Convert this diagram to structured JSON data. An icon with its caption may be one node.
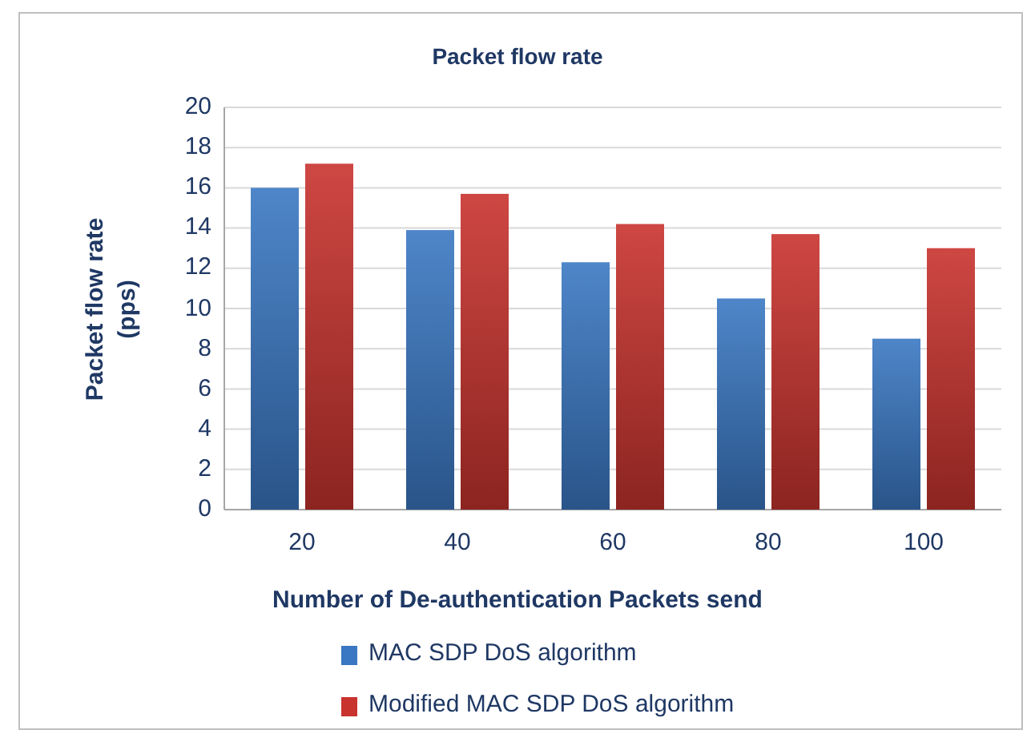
{
  "diagram": {
    "chart_data": {
      "type": "bar",
      "title": "Packet flow rate",
      "xlabel": "Number of De-authentication Packets send",
      "ylabel": "Packet flow rate (pps)",
      "categories": [
        "20",
        "40",
        "60",
        "80",
        "100"
      ],
      "series": [
        {
          "name": "MAC SDP DoS algorithm",
          "color": "#3a78c3",
          "values": [
            16.0,
            13.9,
            12.3,
            10.5,
            8.5
          ]
        },
        {
          "name": "Modified MAC SDP DoS algorithm",
          "color": "#c8332e",
          "values": [
            17.2,
            15.7,
            14.2,
            13.7,
            13.0
          ]
        }
      ],
      "grid": true,
      "legend": "bottom",
      "ylim": [
        0,
        20
      ],
      "yticks": [
        0,
        2,
        4,
        6,
        8,
        10,
        12,
        14,
        16,
        18,
        20
      ]
    }
  }
}
